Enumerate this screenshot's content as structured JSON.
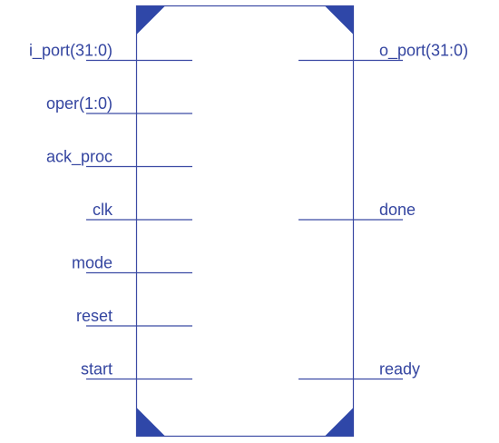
{
  "colors": {
    "line": "#3b4aa4",
    "corner": "#2f47a8",
    "text": "#3445a0",
    "background": "#ffffff"
  },
  "block": {
    "inputs": [
      {
        "label": "i_port(31:0)"
      },
      {
        "label": "oper(1:0)"
      },
      {
        "label": "ack_proc"
      },
      {
        "label": "clk"
      },
      {
        "label": "mode"
      },
      {
        "label": "reset"
      },
      {
        "label": "start"
      }
    ],
    "outputs": [
      {
        "label": "o_port(31:0)",
        "row": 0
      },
      {
        "label": "done",
        "row": 3
      },
      {
        "label": "ready",
        "row": 6
      }
    ]
  }
}
